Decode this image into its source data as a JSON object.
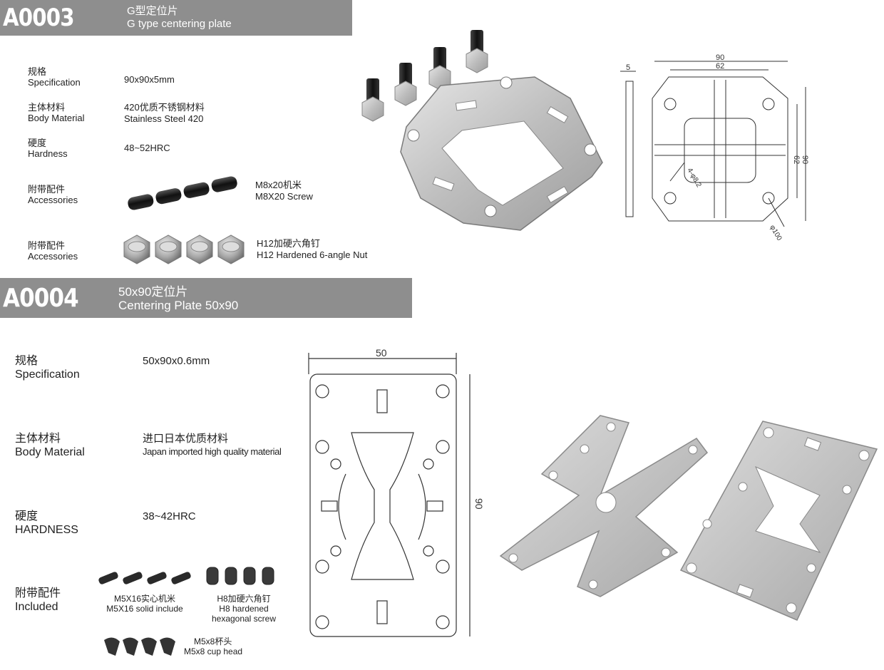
{
  "a0003": {
    "code": "A0003",
    "title_zh": "G型定位片",
    "title_en": "G type centering plate",
    "specs": [
      {
        "label_zh": "规格",
        "label_en": "Specification",
        "value": "90x90x5mm",
        "value2": ""
      },
      {
        "label_zh": "主体材料",
        "label_en": "Body Material",
        "value": "420优质不锈钢材料",
        "value2": "Stainless Steel 420"
      },
      {
        "label_zh": "硬度",
        "label_en": "Hardness",
        "value": "48~52HRC",
        "value2": ""
      },
      {
        "label_zh": "附带配件",
        "label_en": "Accessories",
        "value": "M8x20机米",
        "value2": "M8X20 Screw"
      },
      {
        "label_zh": "附带配件",
        "label_en": "Accessories",
        "value": "H12加硬六角钉",
        "value2": "H12 Hardened 6-angle Nut"
      }
    ],
    "drawing": {
      "dim_thickness": "5",
      "dim_width": "90",
      "dim_inner": "62",
      "dim_height": "90",
      "dim_inner_v": "62",
      "dim_holes": "4-φ8.2",
      "dim_dia": "φ100"
    }
  },
  "a0004": {
    "code": "A0004",
    "title_zh": "50x90定位片",
    "title_en": "Centering Plate 50x90",
    "specs": [
      {
        "label_zh": "规格",
        "label_en": "Specification",
        "value": "50x90x0.6mm"
      },
      {
        "label_zh": "主体材料",
        "label_en": "Body Material",
        "value": "进口日本优质材料",
        "value2": "Japan imported high quality material"
      },
      {
        "label_zh": "硬度",
        "label_en": "HARDNESS",
        "value": "38~42HRC"
      },
      {
        "label_zh": "附带配件",
        "label_en": "Included"
      }
    ],
    "included": {
      "solid_zh": "M5X16实心机米",
      "solid_en": "M5X16 solid include",
      "hex_zh": "H8加硬六角钉",
      "hex_en1": "H8 hardened",
      "hex_en2": "hexagonal screw",
      "cup_zh": "M5x8杯头",
      "cup_en": "M5x8 cup head"
    },
    "drawing": {
      "dim_width": "50",
      "dim_height": "90"
    }
  },
  "colors": {
    "header_bg": "#8e8e8e",
    "metal": "#c7c7c7",
    "line": "#333333"
  }
}
